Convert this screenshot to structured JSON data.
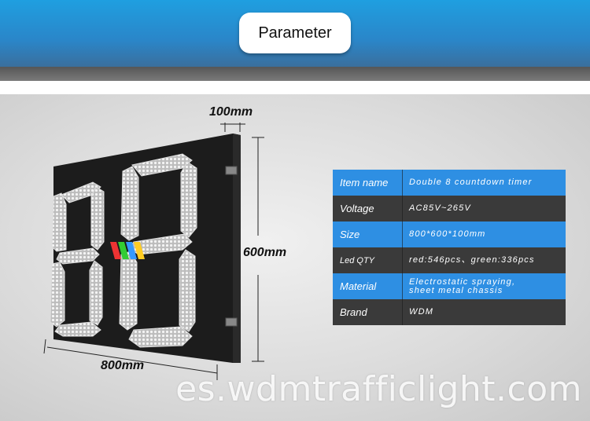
{
  "header": {
    "title": "Parameter"
  },
  "dimensions": {
    "depth": "100mm",
    "height": "600mm",
    "width": "800mm"
  },
  "specs": [
    {
      "key": "Item name",
      "value": "Double 8 countdown timer"
    },
    {
      "key": "Voltage",
      "value": "AC85V~265V"
    },
    {
      "key": "Size",
      "value": "800*600*100mm"
    },
    {
      "key": "Led QTY",
      "value": "red:546pcs、green:336pcs"
    },
    {
      "key": "Material",
      "value": "Electrostatic spraying,\nsheet metal chassis"
    },
    {
      "key": "Brand",
      "value": "WDM"
    }
  ],
  "watermark": "es.wdmtrafficlight.com",
  "colors": {
    "header_blue": "#1f9fe0",
    "row_blue": "#2e8fe3",
    "row_dark": "#3a3a3a"
  }
}
